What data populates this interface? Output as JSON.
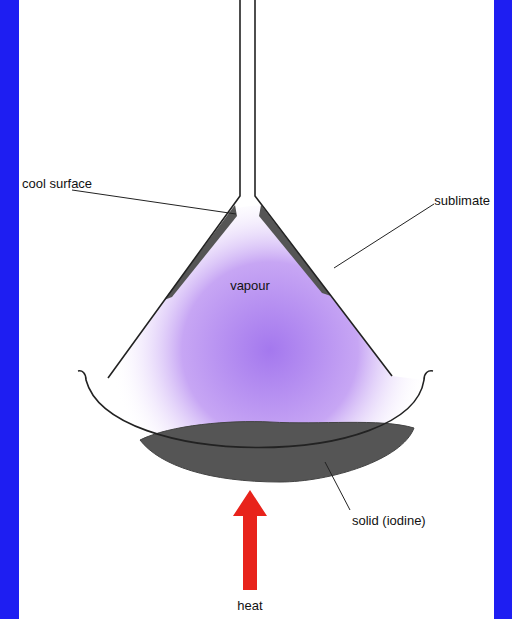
{
  "diagram": {
    "labels": [
      "cool surface",
      "sublimate",
      "vapour",
      "solid (iodine)",
      "heat"
    ]
  }
}
